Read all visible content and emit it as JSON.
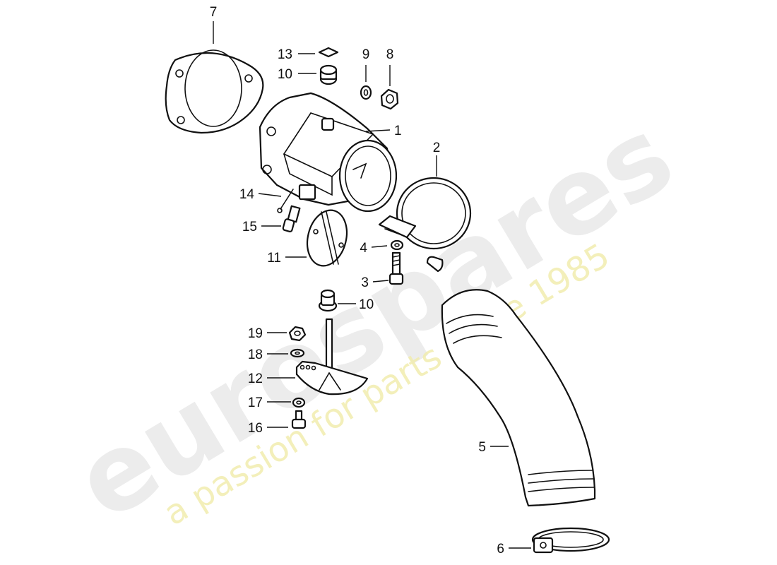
{
  "watermark": {
    "brand": "eurospares",
    "tagline": "a passion for parts since 1985"
  },
  "callouts": {
    "c1": "1",
    "c2": "2",
    "c3": "3",
    "c4": "4",
    "c5": "5",
    "c6": "6",
    "c7": "7",
    "c8": "8",
    "c9": "9",
    "c10a": "10",
    "c10b": "10",
    "c11": "11",
    "c12": "12",
    "c13": "13",
    "c14": "14",
    "c15": "15",
    "c16": "16",
    "c17": "17",
    "c18": "18",
    "c19": "19"
  },
  "colors": {
    "line": "#111111",
    "watermark_grey": "#e4e4e4",
    "watermark_yellow": "#f1ecae"
  }
}
